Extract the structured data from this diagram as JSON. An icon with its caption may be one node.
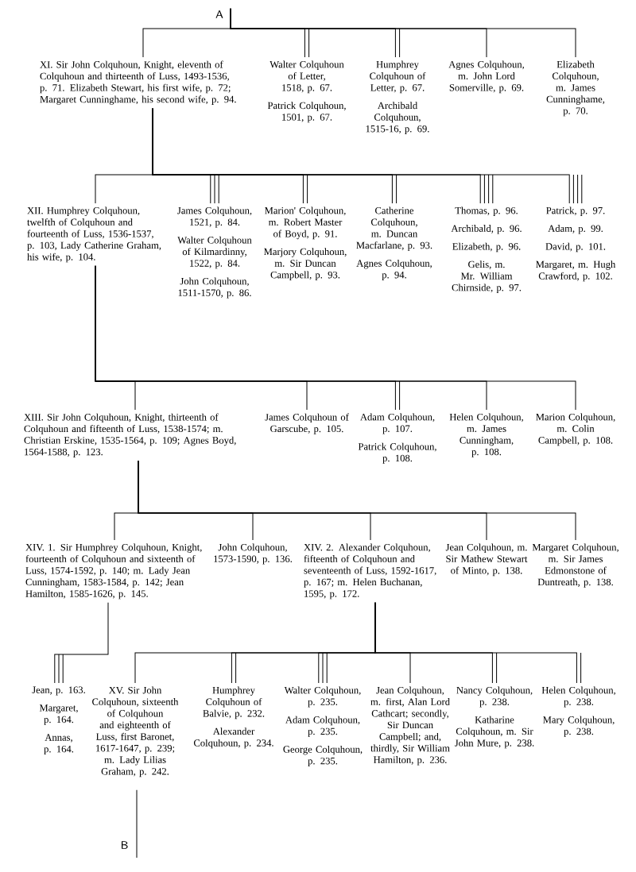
{
  "diagram": {
    "nodes": [
      {
        "text": [
          "A"
        ]
      },
      {
        "text": [
          "XI. Sir John Colquhoun, Knight, eleventh of Colquhoun and thirteenth of Luss, 1493-1536, p. 71. Elizabeth Stewart, his first wife, p. 72; Margaret Cunninghame, his second wife, p. 94."
        ]
      },
      {
        "text": [
          "Walter Colquhoun of Letter, 1518, p. 67.",
          "Patrick Colquhoun, 1501, p. 67."
        ]
      },
      {
        "text": [
          "Humphrey Colquhoun of Letter, p. 67.",
          "Archibald Colquhoun, 1515-16, p. 69."
        ]
      },
      {
        "text": [
          "Agnes Colquhoun, m. John Lord Somerville, p. 69."
        ]
      },
      {
        "text": [
          "Elizabeth Colquhoun, m. James Cunninghame, p. 70."
        ]
      },
      {
        "text": [
          "XII. Humphrey Colquhoun, twelfth of Colquhoun and fourteenth of Luss, 1536-1537, p. 103, Lady Catherine Graham, his wife, p. 104."
        ]
      },
      {
        "text": [
          "James Colquhoun, 1521, p. 84.",
          "Walter Colquhoun of Kilmardinny, 1522, p. 84.",
          "John Colquhoun, 1511-1570, p. 86."
        ]
      },
      {
        "text": [
          "Marion' Colquhoun, m. Robert Master of Boyd, p. 91.",
          "Marjory Colquhoun, m. Sir Duncan Campbell, p. 93."
        ]
      },
      {
        "text": [
          "Catherine Colquhoun, m. Duncan Macfarlane, p. 93.",
          "Agnes Colquhoun, p. 94."
        ]
      },
      {
        "text": [
          "Thomas, p. 96.",
          "Archibald, p. 96.",
          "Elizabeth, p. 96.",
          "Gelis, m. Mr. William Chirnside, p. 97."
        ]
      },
      {
        "text": [
          "Patrick, p. 97.",
          "Adam, p. 99.",
          "David, p. 101.",
          "Margaret, m. Hugh Crawford, p. 102."
        ]
      },
      {
        "text": [
          "XIII. Sir John Colquhoun, Knight, thirteenth of Colquhoun and fifteenth of Luss, 1538-1574; m. Christian Erskine, 1535-1564, p. 109; Agnes Boyd, 1564-1588, p. 123."
        ]
      },
      {
        "text": [
          "James Colquhoun of Garscube, p. 105."
        ]
      },
      {
        "text": [
          "Adam Colquhoun, p. 107.",
          "Patrick Colquhoun, p. 108."
        ]
      },
      {
        "text": [
          "Helen Colquhoun, m. James Cunningham, p. 108."
        ]
      },
      {
        "text": [
          "Marion Colquhoun, m. Colin Campbell, p. 108."
        ]
      },
      {
        "text": [
          "XIV. 1. Sir Humphrey Colquhoun, Knight, fourteenth of Colquhoun and sixteenth of Luss, 1574-1592, p. 140; m. Lady Jean Cunningham, 1583-1584, p. 142; Jean Hamilton, 1585-1626, p. 145."
        ]
      },
      {
        "text": [
          "John Colquhoun, 1573-1590, p. 136."
        ]
      },
      {
        "text": [
          "XIV. 2. Alexander Colquhoun, fifteenth of Colquhoun and seventeenth of Luss, 1592-1617, p. 167; m. Helen Buchanan, 1595, p. 172."
        ]
      },
      {
        "text": [
          "Jean Colquhoun, m. Sir Mathew Stewart of Minto, p. 138."
        ]
      },
      {
        "text": [
          "Margaret Colquhoun, m. Sir James Edmonstone of Duntreath, p. 138."
        ]
      },
      {
        "text": [
          "Jean, p. 163.",
          "Margaret, p. 164.",
          "Annas, p. 164."
        ]
      },
      {
        "text": [
          "XV. Sir John Colquhoun, sixteenth of Colquhoun and eighteenth of Luss, first Baronet, 1617-1647, p. 239; m. Lady Lilias Graham, p. 242."
        ]
      },
      {
        "text": [
          "Humphrey Colquhoun of Balvie, p. 232.",
          "Alexander Colquhoun, p. 234."
        ]
      },
      {
        "text": [
          "Walter Colquhoun, p. 235.",
          "Adam Colquhoun, p. 235.",
          "George Colquhoun, p. 235."
        ]
      },
      {
        "text": [
          "Jean Colquhoun, m. first, Alan Lord Cathcart; secondly, Sir Duncan Campbell; and, thirdly, Sir William Hamilton, p. 236."
        ]
      },
      {
        "text": [
          "Nancy Colquhoun, p. 238.",
          "Katharine Colquhoun, m. Sir John Mure, p. 238."
        ]
      },
      {
        "text": [
          "Helen Colquhoun, p. 238.",
          "Mary Colquhoun, p. 238."
        ]
      },
      {
        "text": [
          "B"
        ]
      }
    ],
    "edges": [
      {
        "from": 0,
        "to": 1,
        "arrow": "none"
      },
      {
        "from": 0,
        "to": 2,
        "arrow": "none"
      },
      {
        "from": 0,
        "to": 3,
        "arrow": "none"
      },
      {
        "from": 0,
        "to": 4,
        "arrow": "none"
      },
      {
        "from": 0,
        "to": 5,
        "arrow": "none"
      },
      {
        "from": 1,
        "to": 6,
        "arrow": "none"
      },
      {
        "from": 1,
        "to": 7,
        "arrow": "none"
      },
      {
        "from": 1,
        "to": 8,
        "arrow": "none"
      },
      {
        "from": 1,
        "to": 9,
        "arrow": "none"
      },
      {
        "from": 1,
        "to": 10,
        "arrow": "none"
      },
      {
        "from": 1,
        "to": 11,
        "arrow": "none"
      },
      {
        "from": 6,
        "to": 12,
        "arrow": "none"
      },
      {
        "from": 6,
        "to": 13,
        "arrow": "none"
      },
      {
        "from": 6,
        "to": 14,
        "arrow": "none"
      },
      {
        "from": 6,
        "to": 15,
        "arrow": "none"
      },
      {
        "from": 6,
        "to": 16,
        "arrow": "none"
      },
      {
        "from": 12,
        "to": 17,
        "arrow": "none"
      },
      {
        "from": 12,
        "to": 18,
        "arrow": "none"
      },
      {
        "from": 12,
        "to": 19,
        "arrow": "none"
      },
      {
        "from": 12,
        "to": 20,
        "arrow": "none"
      },
      {
        "from": 12,
        "to": 21,
        "arrow": "none"
      },
      {
        "from": 17,
        "to": 22,
        "arrow": "none"
      },
      {
        "from": 19,
        "to": 23,
        "arrow": "none"
      },
      {
        "from": 19,
        "to": 24,
        "arrow": "none"
      },
      {
        "from": 19,
        "to": 25,
        "arrow": "none"
      },
      {
        "from": 19,
        "to": 26,
        "arrow": "none"
      },
      {
        "from": 19,
        "to": 27,
        "arrow": "none"
      },
      {
        "from": 19,
        "to": 28,
        "arrow": "none"
      },
      {
        "from": 23,
        "to": 29,
        "arrow": "none"
      }
    ]
  }
}
